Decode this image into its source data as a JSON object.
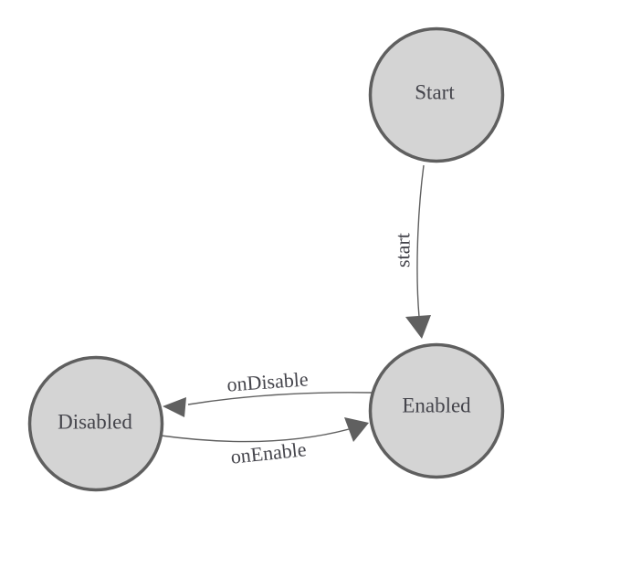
{
  "diagram": {
    "type": "state-machine-graph",
    "background_color": "#ffffff",
    "node_fill_color": "#d4d4d4",
    "node_border_color": "#5f5f5f",
    "edge_color": "#606060",
    "label_color": "#45454c",
    "nodes": [
      {
        "id": "start",
        "label": "Start"
      },
      {
        "id": "enabled",
        "label": "Enabled"
      },
      {
        "id": "disabled",
        "label": "Disabled"
      }
    ],
    "edges": [
      {
        "id": "start-transition",
        "label": "start",
        "from": "Start",
        "to": "Enabled"
      },
      {
        "id": "on-disable",
        "label": "onDisable",
        "from": "Enabled",
        "to": "Disabled"
      },
      {
        "id": "on-enable",
        "label": "onEnable",
        "from": "Disabled",
        "to": "Enabled"
      }
    ]
  }
}
